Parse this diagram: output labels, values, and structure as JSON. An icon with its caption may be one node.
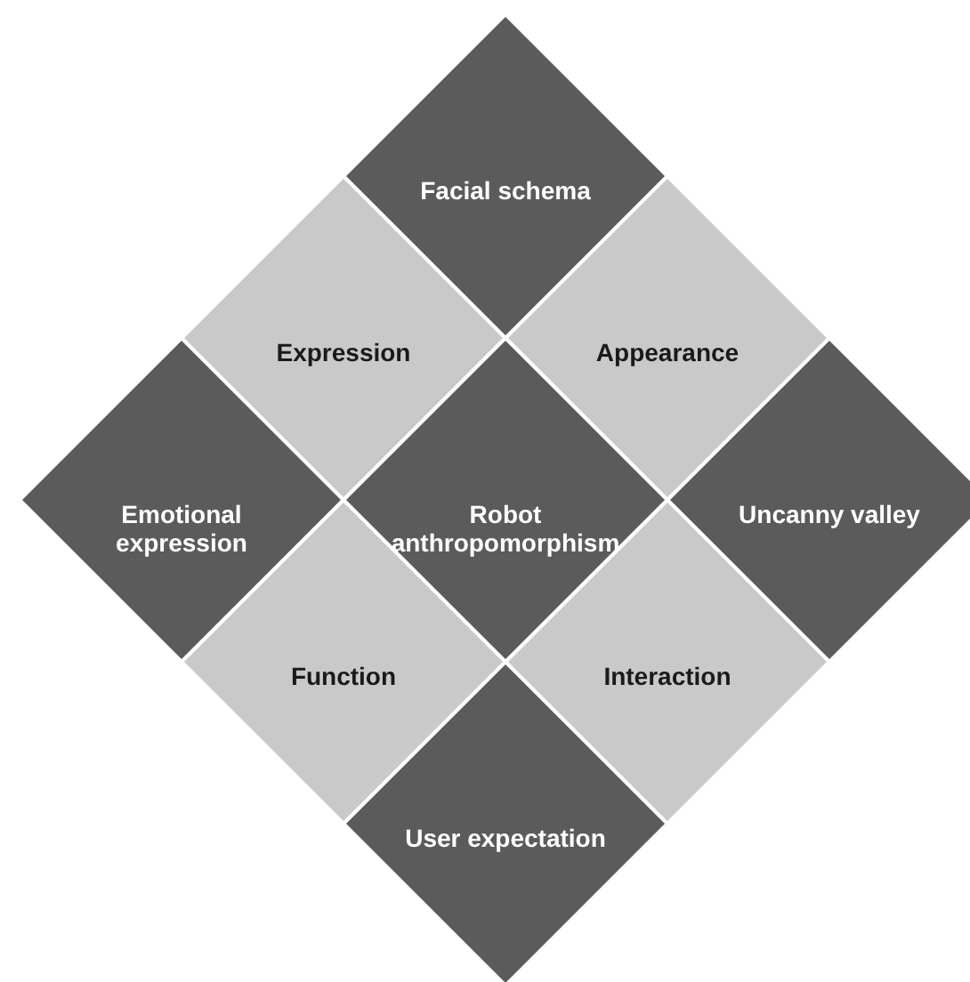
{
  "diagram": {
    "nodes": [
      {
        "text": [
          "Facial schema"
        ]
      },
      {
        "text": [
          "Expression"
        ]
      },
      {
        "text": [
          "Appearance"
        ]
      },
      {
        "text": [
          "Emotional expression"
        ]
      },
      {
        "text": [
          "Robot anthropomorphism"
        ]
      },
      {
        "text": [
          "Uncanny valley"
        ]
      },
      {
        "text": [
          "Function"
        ]
      },
      {
        "text": [
          "Interaction"
        ]
      },
      {
        "text": [
          "User expectation"
        ]
      }
    ]
  }
}
